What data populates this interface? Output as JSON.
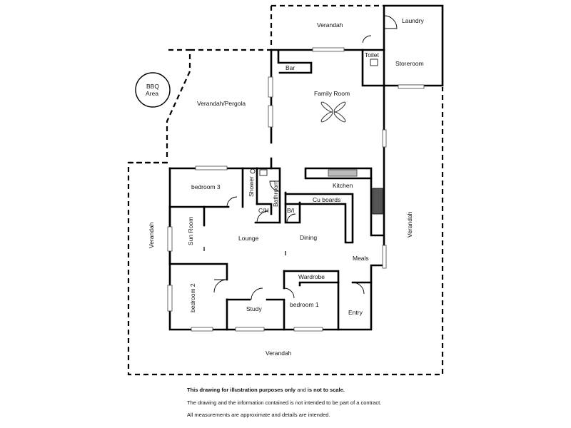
{
  "rooms": {
    "verandah_top": "Verandah",
    "laundry": "Laundry",
    "toilet": "Toilet",
    "storeroom": "Storeroom",
    "bar": "Bar",
    "bbq": "BBQ\nArea",
    "bbq_line1": "BBQ",
    "bbq_line2": "Area",
    "family_room": "Family Room",
    "verandah_pergola": "Verandah/Pergola",
    "bedroom3": "bedroom 3",
    "shower": "Shower",
    "bathroom": "Bathroom",
    "ch": "C/H",
    "bi": "B/I",
    "kitchen": "Kitchen",
    "cu_boards": "Cu boards",
    "verandah_left": "Verandah",
    "verandah_right": "Verandah",
    "sun_room": "Sun Room",
    "lounge": "Lounge",
    "dining": "Dining",
    "meals": "Meals",
    "wardrobe": "Wardrobe",
    "bedroom2": "bedroom 2",
    "study": "Study",
    "bedroom1": "bedroom 1",
    "entry": "Entry",
    "verandah_bottom": "Verandah"
  },
  "disclaimer": {
    "line1_bold_a": "This drawing for illustration purposes only",
    "line1_mid": " and ",
    "line1_bold_b": "is not to scale.",
    "line2": "The drawing and the information contained is not intended to be part of a contract.",
    "line3": "All measurements are approximate and details are intended."
  }
}
